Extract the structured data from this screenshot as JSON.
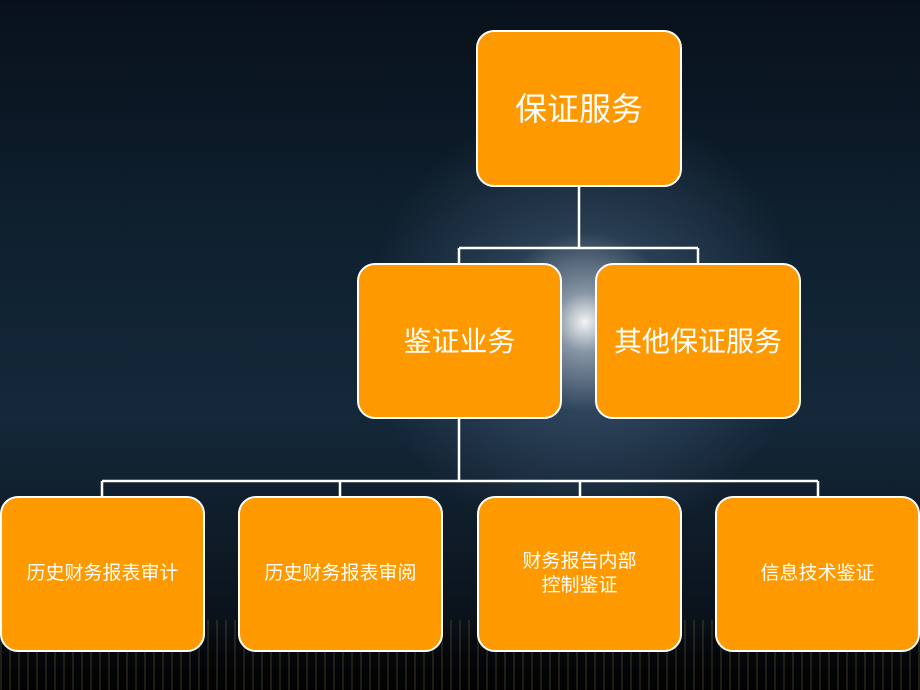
{
  "colors": {
    "node_fill": "#ff9900",
    "node_text": "#ffffff",
    "connector": "#ffffff"
  },
  "diagram": {
    "root": {
      "label": "保证服务"
    },
    "level2": [
      {
        "label": "鉴证业务"
      },
      {
        "label": "其他保证服务"
      }
    ],
    "level3": [
      {
        "label": "历史财务报表审计"
      },
      {
        "label": "历史财务报表审阅"
      },
      {
        "label": "财务报告内部\n控制鉴证"
      },
      {
        "label": "信息技术鉴证"
      }
    ]
  }
}
